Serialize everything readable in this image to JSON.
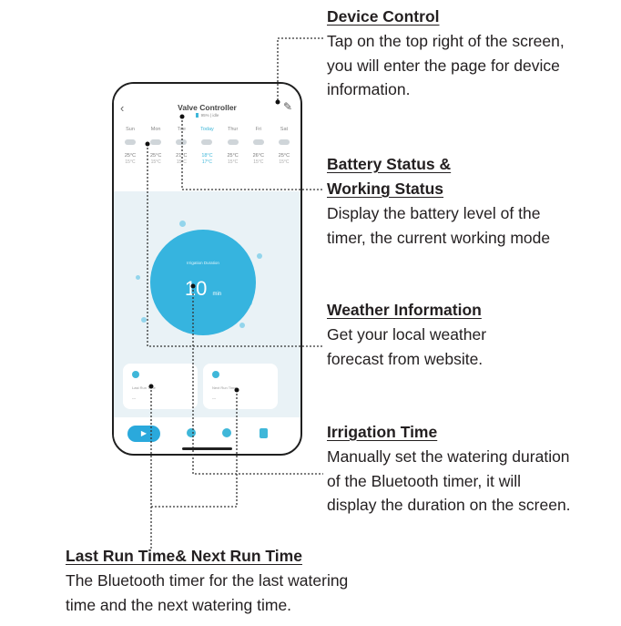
{
  "app": {
    "title": "Valve Controller",
    "status_text": "95%  |  idle",
    "days": [
      {
        "label": "Sun",
        "hi": "25°C",
        "lo": "15°C"
      },
      {
        "label": "Mon",
        "hi": "25°C",
        "lo": "15°C"
      },
      {
        "label": "Tue",
        "hi": "21°C",
        "lo": "15°C"
      },
      {
        "label": "Today",
        "hi": "18°C",
        "lo": "17°C"
      },
      {
        "label": "Thur",
        "hi": "25°C",
        "lo": "15°C"
      },
      {
        "label": "Fri",
        "hi": "26°C",
        "lo": "15°C"
      },
      {
        "label": "Sat",
        "hi": "25°C",
        "lo": "15°C"
      }
    ],
    "irrigation_label": "Irrigation Duration",
    "duration_value": "10",
    "duration_unit": "min",
    "last_run_label": "Last Run Time",
    "last_run_value": "---",
    "next_run_label": "Next Run Time",
    "next_run_value": "---",
    "accent_color": "#36b4df"
  },
  "annotations": {
    "device_control": {
      "heading": "Device Control",
      "lines": [
        "Tap  on the top right of the screen,",
        "you will enter the page for device",
        "information."
      ]
    },
    "battery": {
      "heading_lines": [
        "Battery Status &",
        "Working Status"
      ],
      "lines": [
        "Display the battery level of the",
        "timer, the current working mode"
      ]
    },
    "weather": {
      "heading": "Weather Information",
      "lines": [
        "Get your local weather",
        "forecast from website."
      ]
    },
    "irrigation": {
      "heading": "Irrigation Time",
      "lines": [
        "Manually set the watering duration",
        "of the Bluetooth timer, it will",
        "display the duration on the screen."
      ]
    },
    "last_next": {
      "heading": "Last Run Time& Next Run Time",
      "lines": [
        "The Bluetooth timer for the last watering",
        "time and the next watering time."
      ]
    }
  }
}
